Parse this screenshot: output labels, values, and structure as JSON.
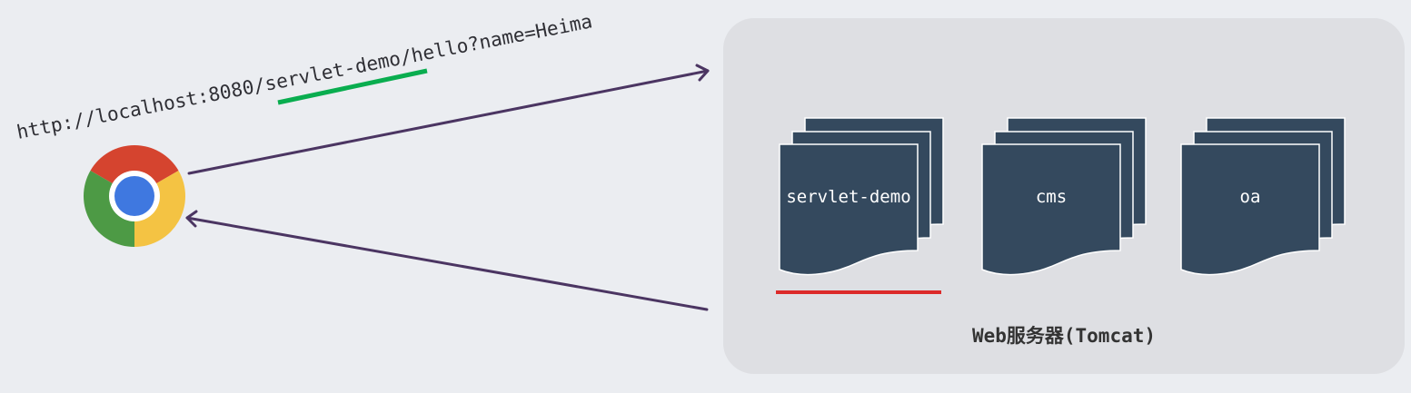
{
  "request_url": "http://localhost:8080/servlet-demo/hello?name=Heima",
  "server": {
    "label": "Web服务器(Tomcat)"
  },
  "apps": [
    {
      "name": "servlet-demo",
      "highlighted": true
    },
    {
      "name": "cms",
      "highlighted": false
    },
    {
      "name": "oa",
      "highlighted": false
    }
  ],
  "browser": {
    "icon": "chrome-browser-icon"
  },
  "colors": {
    "background": "#ebedf1",
    "server_panel": "#dedfe3",
    "document_fill": "#34495e",
    "arrow": "#4b3562",
    "context_path_underline": "#09ad4f",
    "app_underline": "#dc2a2a",
    "chrome_red": "#d5442f",
    "chrome_yellow": "#f4c343",
    "chrome_green": "#4d9a45",
    "chrome_blue": "#3f78e0"
  }
}
